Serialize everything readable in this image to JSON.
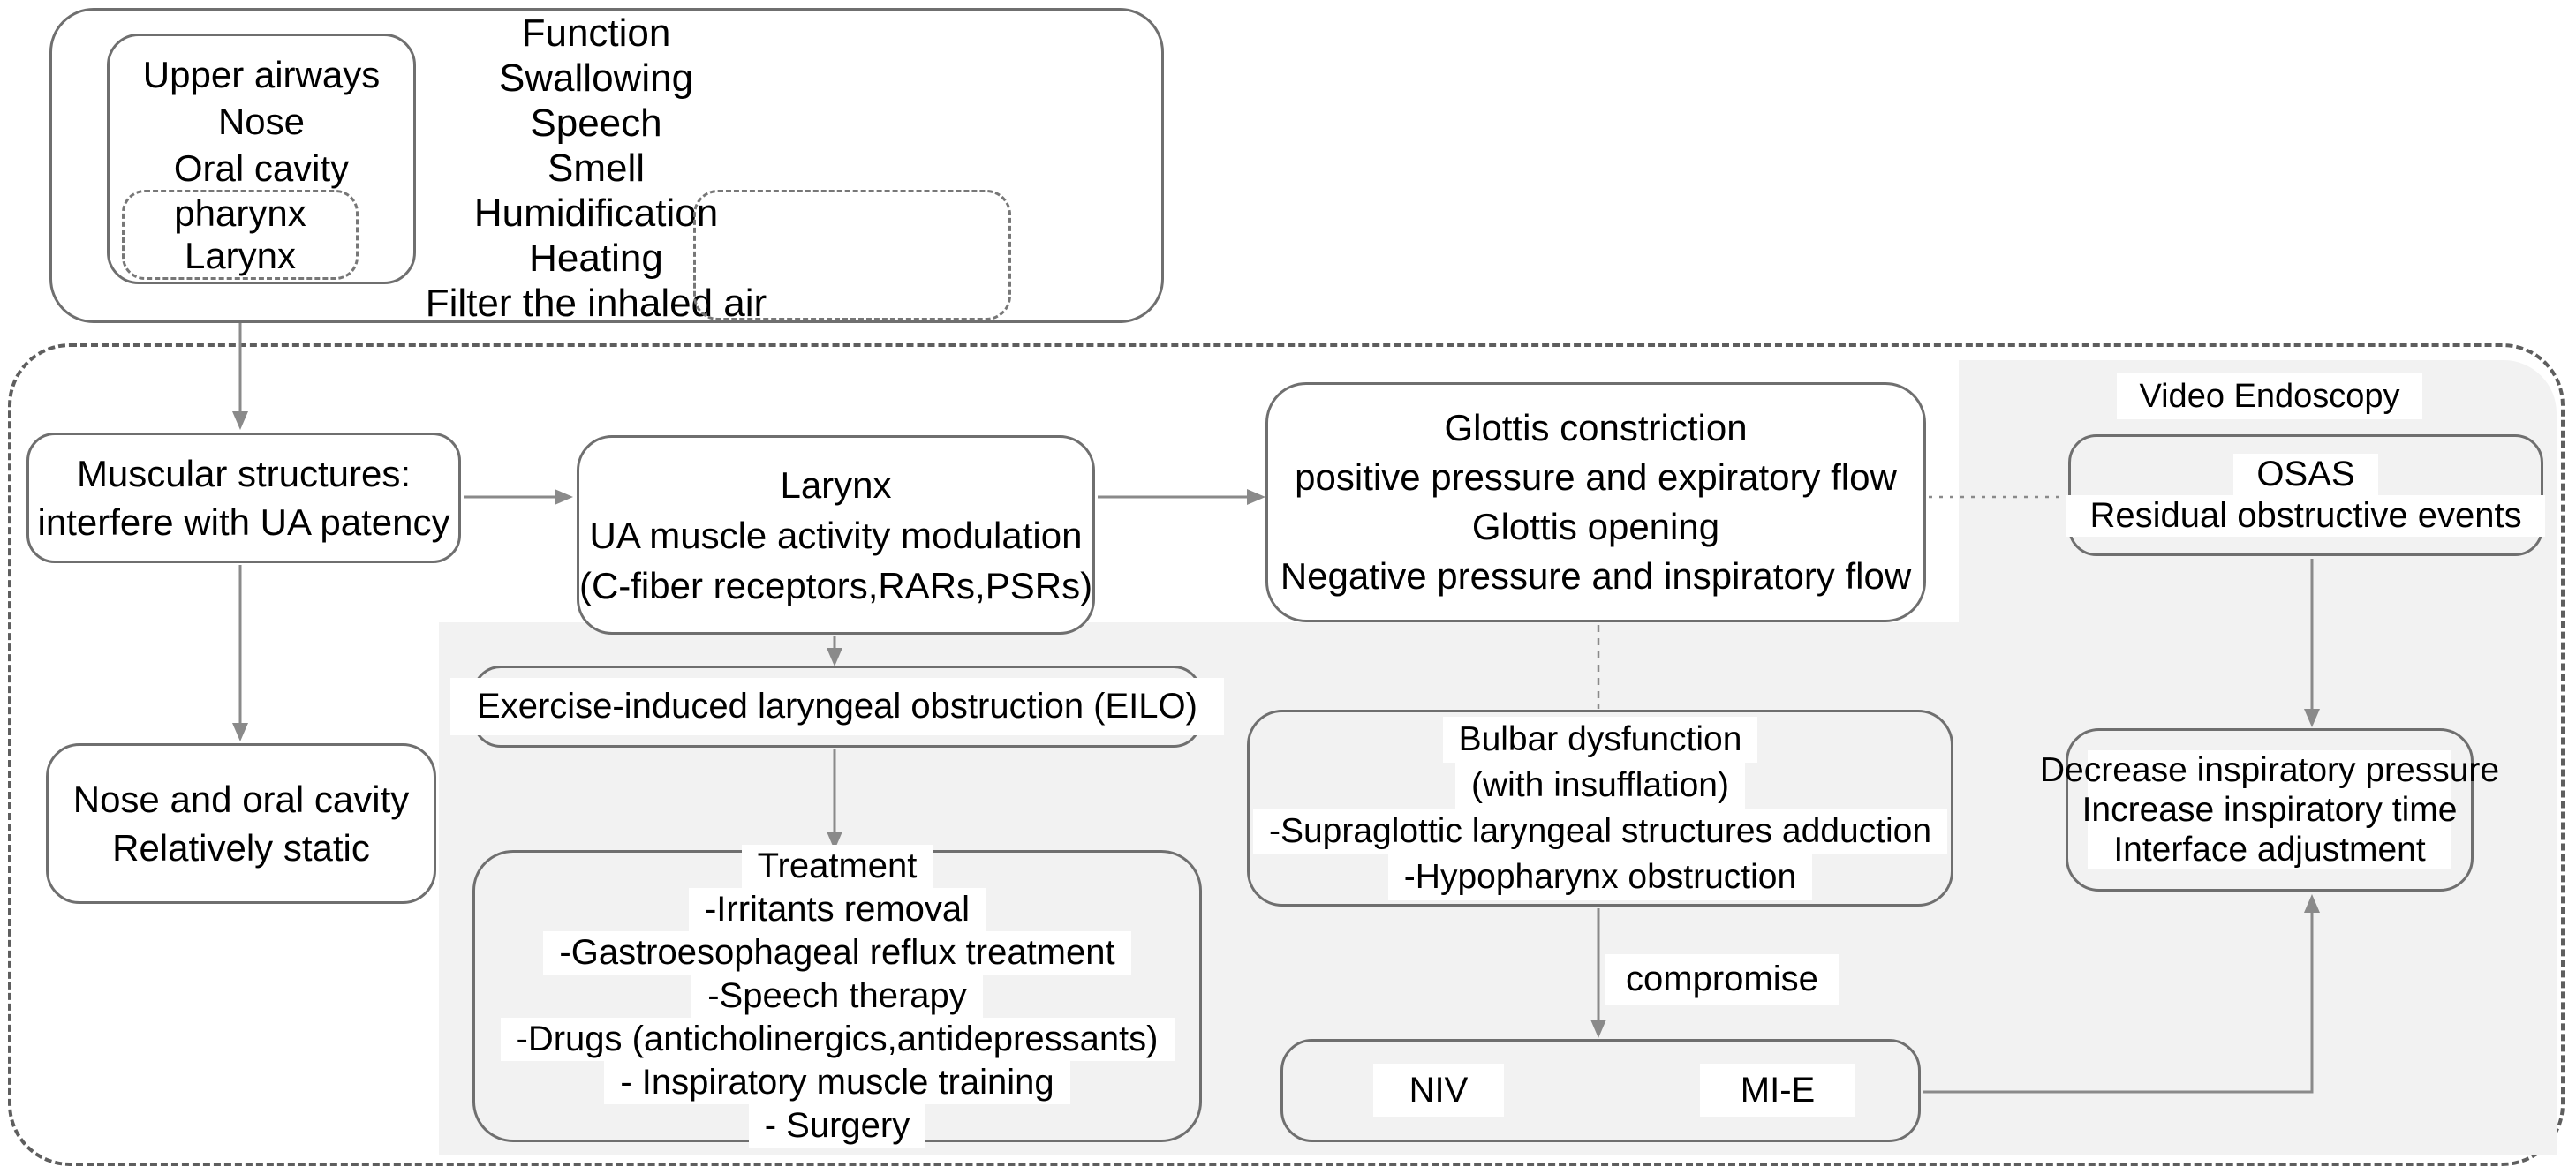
{
  "top_section": {
    "upper_airways_box": {
      "lines": [
        "Upper airways",
        "Nose",
        "Oral cavity"
      ],
      "dashed_sub_box_lines": [
        "pharynx",
        "Larynx"
      ]
    },
    "function_list": {
      "lines": [
        "Function",
        "Swallowing",
        "Speech",
        "Smell",
        "Humidification",
        "Heating",
        "Filter the inhaled air"
      ]
    }
  },
  "flow": {
    "muscular": {
      "lines": [
        "Muscular structures:",
        "interfere with UA patency"
      ]
    },
    "nose_static": {
      "lines": [
        "Nose and oral cavity",
        "Relatively static"
      ]
    },
    "larynx": {
      "lines": [
        "Larynx",
        "UA muscle activity modulation",
        "(C-fiber receptors,RARs,PSRs)"
      ]
    },
    "glottis": {
      "lines": [
        "Glottis constriction",
        "positive pressure and expiratory flow",
        "Glottis opening",
        "Negative pressure and inspiratory flow"
      ]
    },
    "eilo": {
      "label": "Exercise-induced laryngeal obstruction (EILO)"
    },
    "treatment": {
      "lines": [
        "Treatment",
        "-Irritants removal",
        "-Gastroesophageal reflux treatment",
        "-Speech therapy",
        "-Drugs (anticholinergics,antidepressants)",
        "- Inspiratory muscle training",
        "- Surgery"
      ]
    },
    "bulbar": {
      "lines": [
        "Bulbar dysfunction",
        "(with insufflation)",
        "-Supraglottic laryngeal structures adduction",
        "-Hypopharynx obstruction"
      ]
    },
    "compromise_label": "compromise",
    "niv_mie": {
      "niv": "NIV",
      "mie": "MI-E"
    },
    "video_endoscopy_label": "Video Endoscopy",
    "osas": {
      "lines": [
        "OSAS",
        "Residual obstructive events"
      ]
    },
    "decrease": {
      "lines": [
        "Decrease inspiratory pressure",
        "Increase inspiratory time",
        "Interface adjustment"
      ]
    }
  },
  "colors": {
    "panel_gray": "#f2f2f2",
    "border_gray": "#6f6f6f",
    "arrow_gray": "#8a8a8a",
    "text": "#000000"
  }
}
